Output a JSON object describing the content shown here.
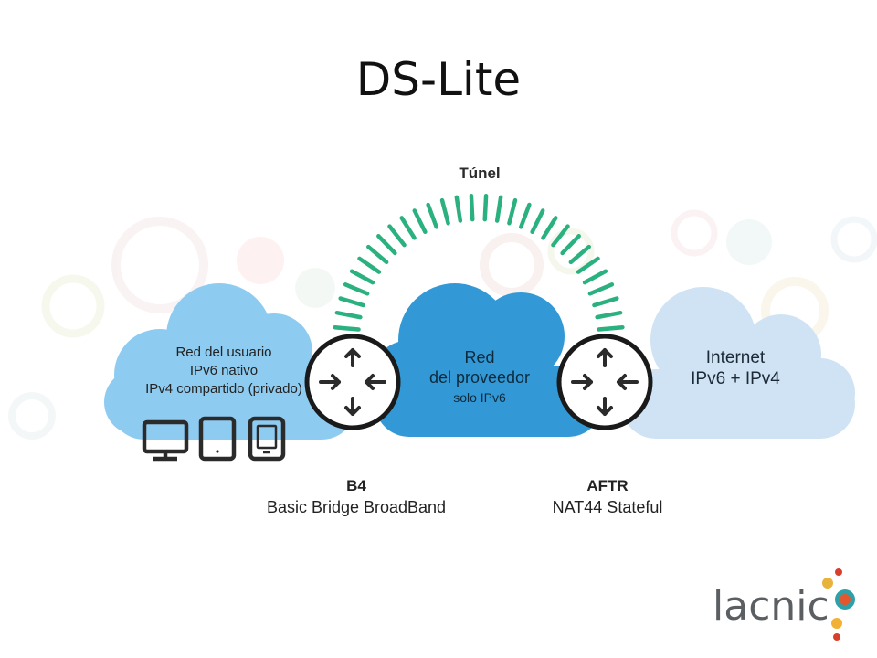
{
  "title": "DS-Lite",
  "tunnel": {
    "label": "Túnel",
    "color": "#2bb07f"
  },
  "clouds": {
    "user": {
      "lines": [
        "Red del usuario",
        "IPv6 nativo",
        "IPv4 compartido (privado)"
      ],
      "color": "#8ecbf0",
      "devices": [
        "desktop-monitor-icon",
        "tablet-icon",
        "ebook-reader-icon"
      ]
    },
    "provider": {
      "lines": [
        "Red",
        "del proveedor"
      ],
      "subline": "solo IPv6",
      "color": "#3399d6"
    },
    "internet": {
      "lines": [
        "Internet",
        "IPv6 + IPv4"
      ],
      "color": "#cfe3f4"
    }
  },
  "routers": {
    "b4": {
      "title": "B4",
      "subtitle": "Basic Bridge BroadBand"
    },
    "aftr": {
      "title": "AFTR",
      "subtitle": "NAT44 Stateful"
    }
  },
  "logo": {
    "text": "lacnic"
  }
}
